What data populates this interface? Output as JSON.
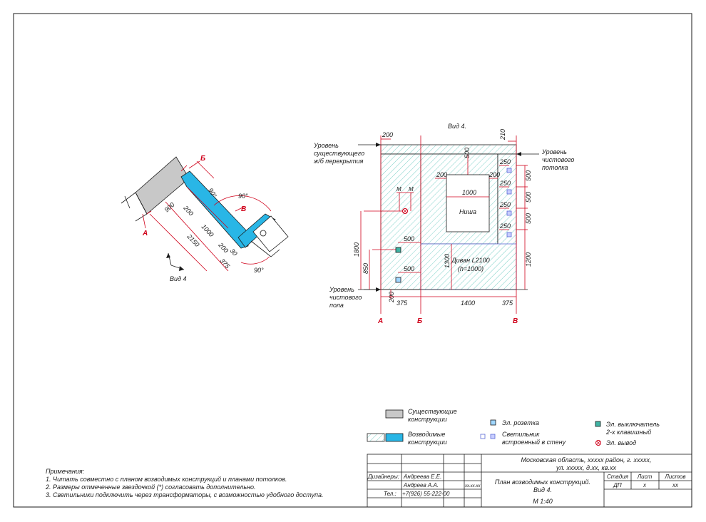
{
  "view_title": "Вид 4.",
  "plan": {
    "view_label": "Вид 4",
    "angle_90": "90°",
    "dims": {
      "d900": "900",
      "d200a": "200",
      "d1000": "1000",
      "d2150": "2150",
      "d200b": "200",
      "d30": "30",
      "d375": "375"
    },
    "section_a": "А",
    "section_b": "Б",
    "section_v": "В"
  },
  "elevation": {
    "level_slab": [
      "Уровень",
      "существующего",
      "ж/б перекрытия"
    ],
    "level_ceiling": [
      "Уровень",
      "чистового",
      "потолка"
    ],
    "level_floor": [
      "Уровень",
      "чистового",
      "пола"
    ],
    "niche_label": "Ниша",
    "sofa_label": [
      "Диван L2100",
      "(h=1000)"
    ],
    "marker_m": "М",
    "dims": {
      "top200": "200",
      "top210": "210",
      "d500v": "500",
      "d200l": "200",
      "d200r": "200",
      "d1000": "1000",
      "d250": "250",
      "d500r": "500",
      "d1800": "1800",
      "d850": "850",
      "d500s": "500",
      "d1300": "1300",
      "d1200": "1200",
      "d200b": "200",
      "d375": "375",
      "d1400": "1400"
    },
    "axis_a": "А",
    "axis_b": "Б",
    "axis_v": "В"
  },
  "legend": {
    "existing": [
      "Существующие",
      "конструкции"
    ],
    "erected": [
      "Возводимые",
      "конструкции"
    ],
    "socket": "Эл. розетка",
    "light": [
      "Светильник",
      "встроенный в стену"
    ],
    "switch": [
      "Эл. выключатель",
      "2-х клавишный"
    ],
    "outlet": "Эл. вывод"
  },
  "notes": {
    "title": "Примечания:",
    "items": [
      "1. Читать совместно с планом возводимых конструкций и планами потолков.",
      "2. Размеры отмеченные звездочкой (*) согласовать дополнительно.",
      "3. Светильники подключить через трансформаторы, с возможностью удобного доступа."
    ]
  },
  "title_block": {
    "address": [
      "Московская область, ххххх район, г. ххххх,",
      "ул. ххххх, д.хх, кв.хх"
    ],
    "role_designers": "Дизайнеры:",
    "designer1": "Андреева Е.Е.",
    "designer2": "Андреев А.А.",
    "date": "хх.хх.хх",
    "phone_label": "Тел.:",
    "phone": "+7(926) 55-222-00",
    "sheet_title": [
      "План возводимых конструкций.",
      "Вид 4."
    ],
    "scale": "М  1:40",
    "stage_h": "Стадия",
    "sheet_h": "Лист",
    "sheets_h": "Листов",
    "stage": "ДП",
    "sheet": "х",
    "sheets": "хх"
  },
  "colors": {
    "accent_red": "#d0021b",
    "erected_fill": "#29b6e6",
    "existing_fill": "#c8c8c8",
    "hatch": "#7fd1c9"
  }
}
